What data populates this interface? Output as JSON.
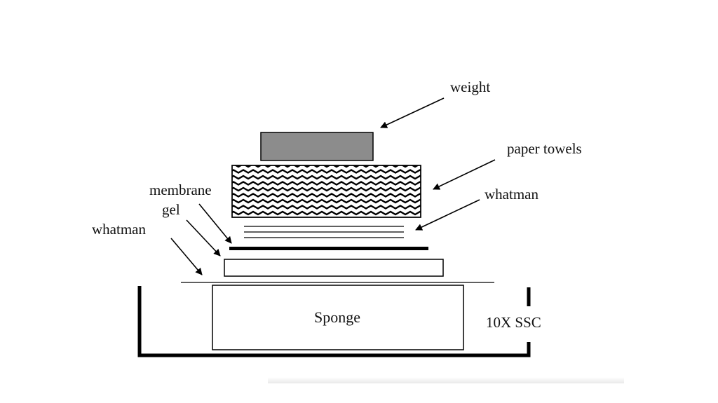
{
  "labels": {
    "weight": "weight",
    "paper_towels": "paper towels",
    "whatman_top": "whatman",
    "membrane": "membrane",
    "gel": "gel",
    "whatman_bottom": "whatman",
    "sponge": "Sponge",
    "buffer": "10X SSC"
  },
  "colors": {
    "weight_fill": "#8c8c8c",
    "stroke": "#000000",
    "background": "#ffffff"
  }
}
